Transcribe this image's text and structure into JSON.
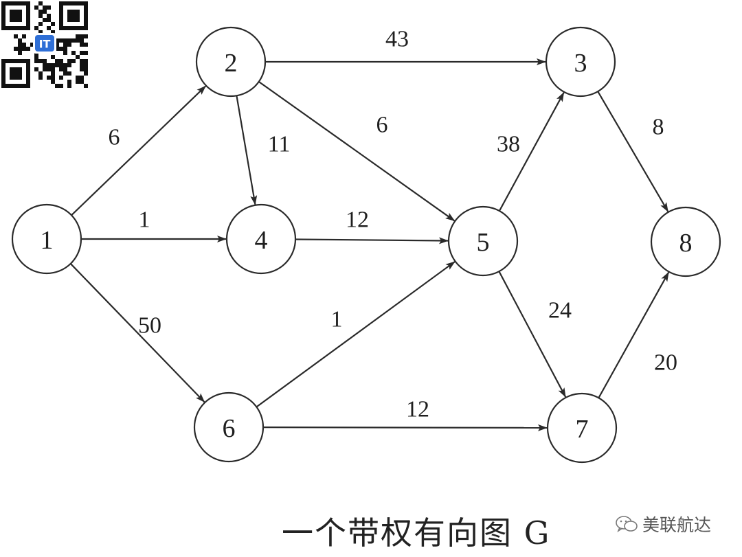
{
  "nodes": [
    {
      "id": "1",
      "label": "1"
    },
    {
      "id": "2",
      "label": "2"
    },
    {
      "id": "3",
      "label": "3"
    },
    {
      "id": "4",
      "label": "4"
    },
    {
      "id": "5",
      "label": "5"
    },
    {
      "id": "6",
      "label": "6"
    },
    {
      "id": "7",
      "label": "7"
    },
    {
      "id": "8",
      "label": "8"
    }
  ],
  "edges": [
    {
      "from": "1",
      "to": "2",
      "weight": "6"
    },
    {
      "from": "1",
      "to": "4",
      "weight": "1"
    },
    {
      "from": "1",
      "to": "6",
      "weight": "50"
    },
    {
      "from": "2",
      "to": "3",
      "weight": "43"
    },
    {
      "from": "2",
      "to": "4",
      "weight": "11"
    },
    {
      "from": "2",
      "to": "5",
      "weight": "6"
    },
    {
      "from": "4",
      "to": "5",
      "weight": "12"
    },
    {
      "from": "5",
      "to": "3",
      "weight": "38"
    },
    {
      "from": "5",
      "to": "7",
      "weight": "24"
    },
    {
      "from": "6",
      "to": "5",
      "weight": "1"
    },
    {
      "from": "6",
      "to": "7",
      "weight": "12"
    },
    {
      "from": "3",
      "to": "8",
      "weight": "8"
    },
    {
      "from": "7",
      "to": "8",
      "weight": "20"
    }
  ],
  "caption": "一个带权有向图 G",
  "watermark": {
    "text": "美联航达"
  },
  "qr_code": {
    "center_label": "IT"
  },
  "colors": {
    "ink": "#2a2a2a",
    "background": "#ffffff",
    "qr_accent": "#2f6fd6"
  }
}
